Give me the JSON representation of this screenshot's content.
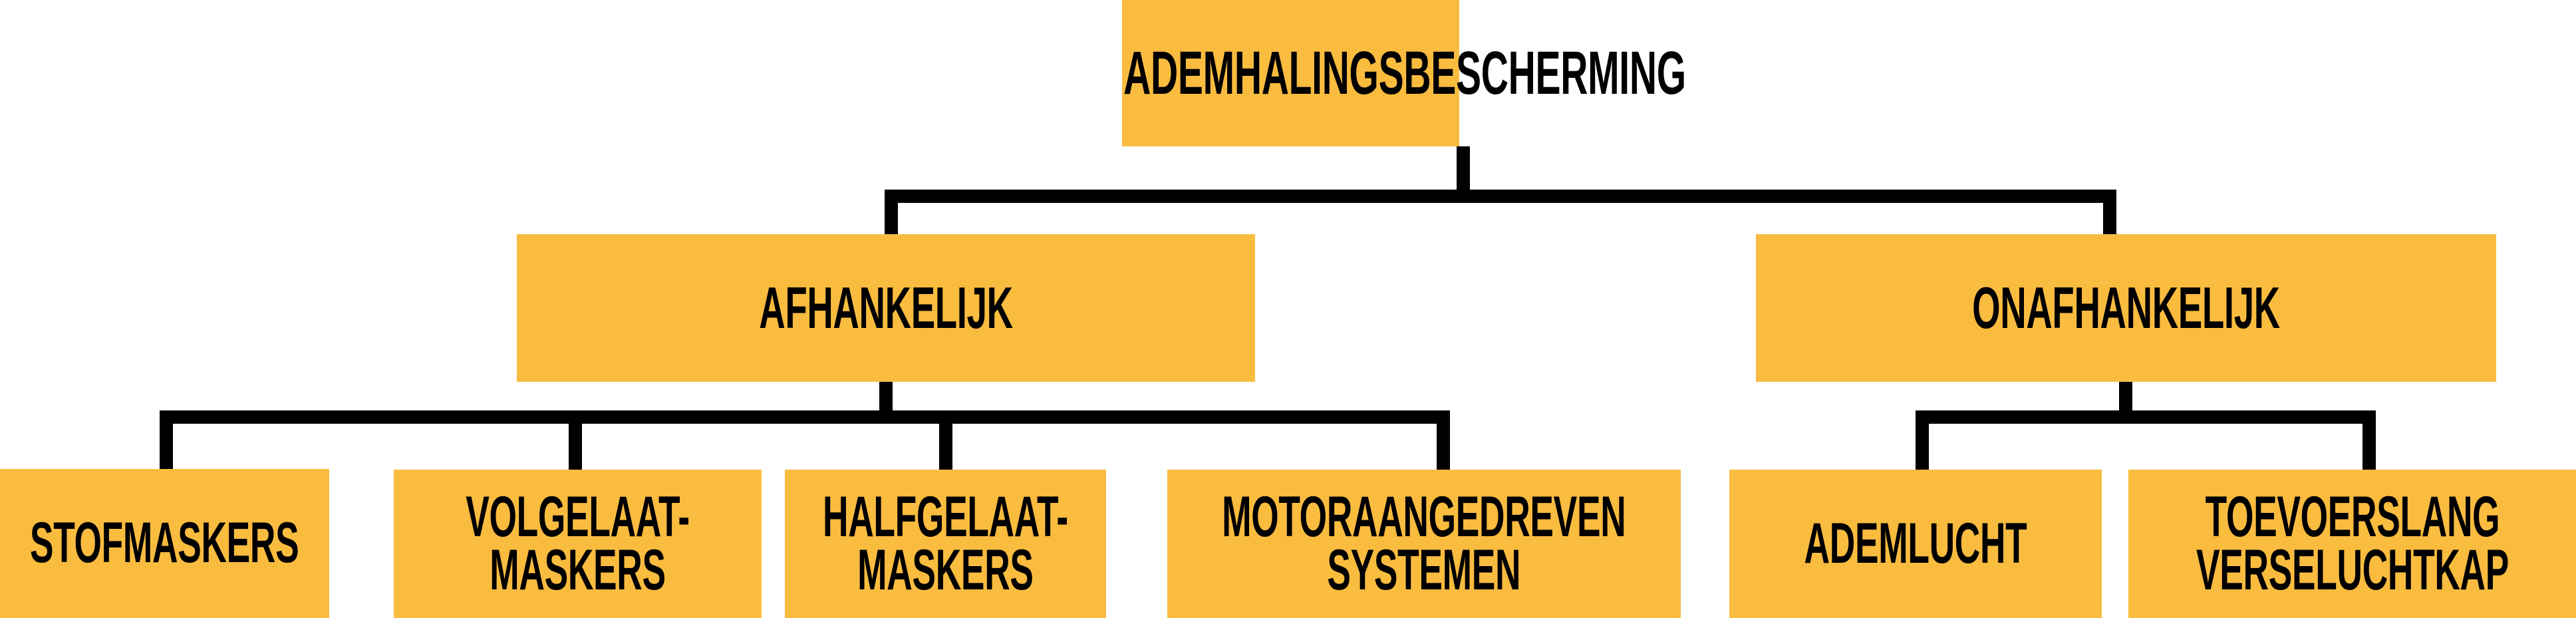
{
  "diagram": {
    "type": "org-chart",
    "language": "nl",
    "colors": {
      "node_fill": "#FABC3F",
      "text": "#000000",
      "connector": "#000000",
      "background": "#FFFFFF"
    },
    "root": {
      "label": "ADEMHALINGSBESCHERMING"
    },
    "branches": [
      {
        "label": "AFHANKELIJK",
        "children": [
          {
            "label": "STOFMASKERS"
          },
          {
            "label": "VOLGELAAT-\nMASKERS"
          },
          {
            "label": "HALFGELAAT-\nMASKERS"
          },
          {
            "label": "MOTORAANGEDREVEN\nSYSTEMEN"
          }
        ]
      },
      {
        "label": "ONAFHANKELIJK",
        "children": [
          {
            "label": "ADEMLUCHT"
          },
          {
            "label": "TOEVOERSLANG\nVERSELUCHTKAP"
          }
        ]
      }
    ]
  }
}
